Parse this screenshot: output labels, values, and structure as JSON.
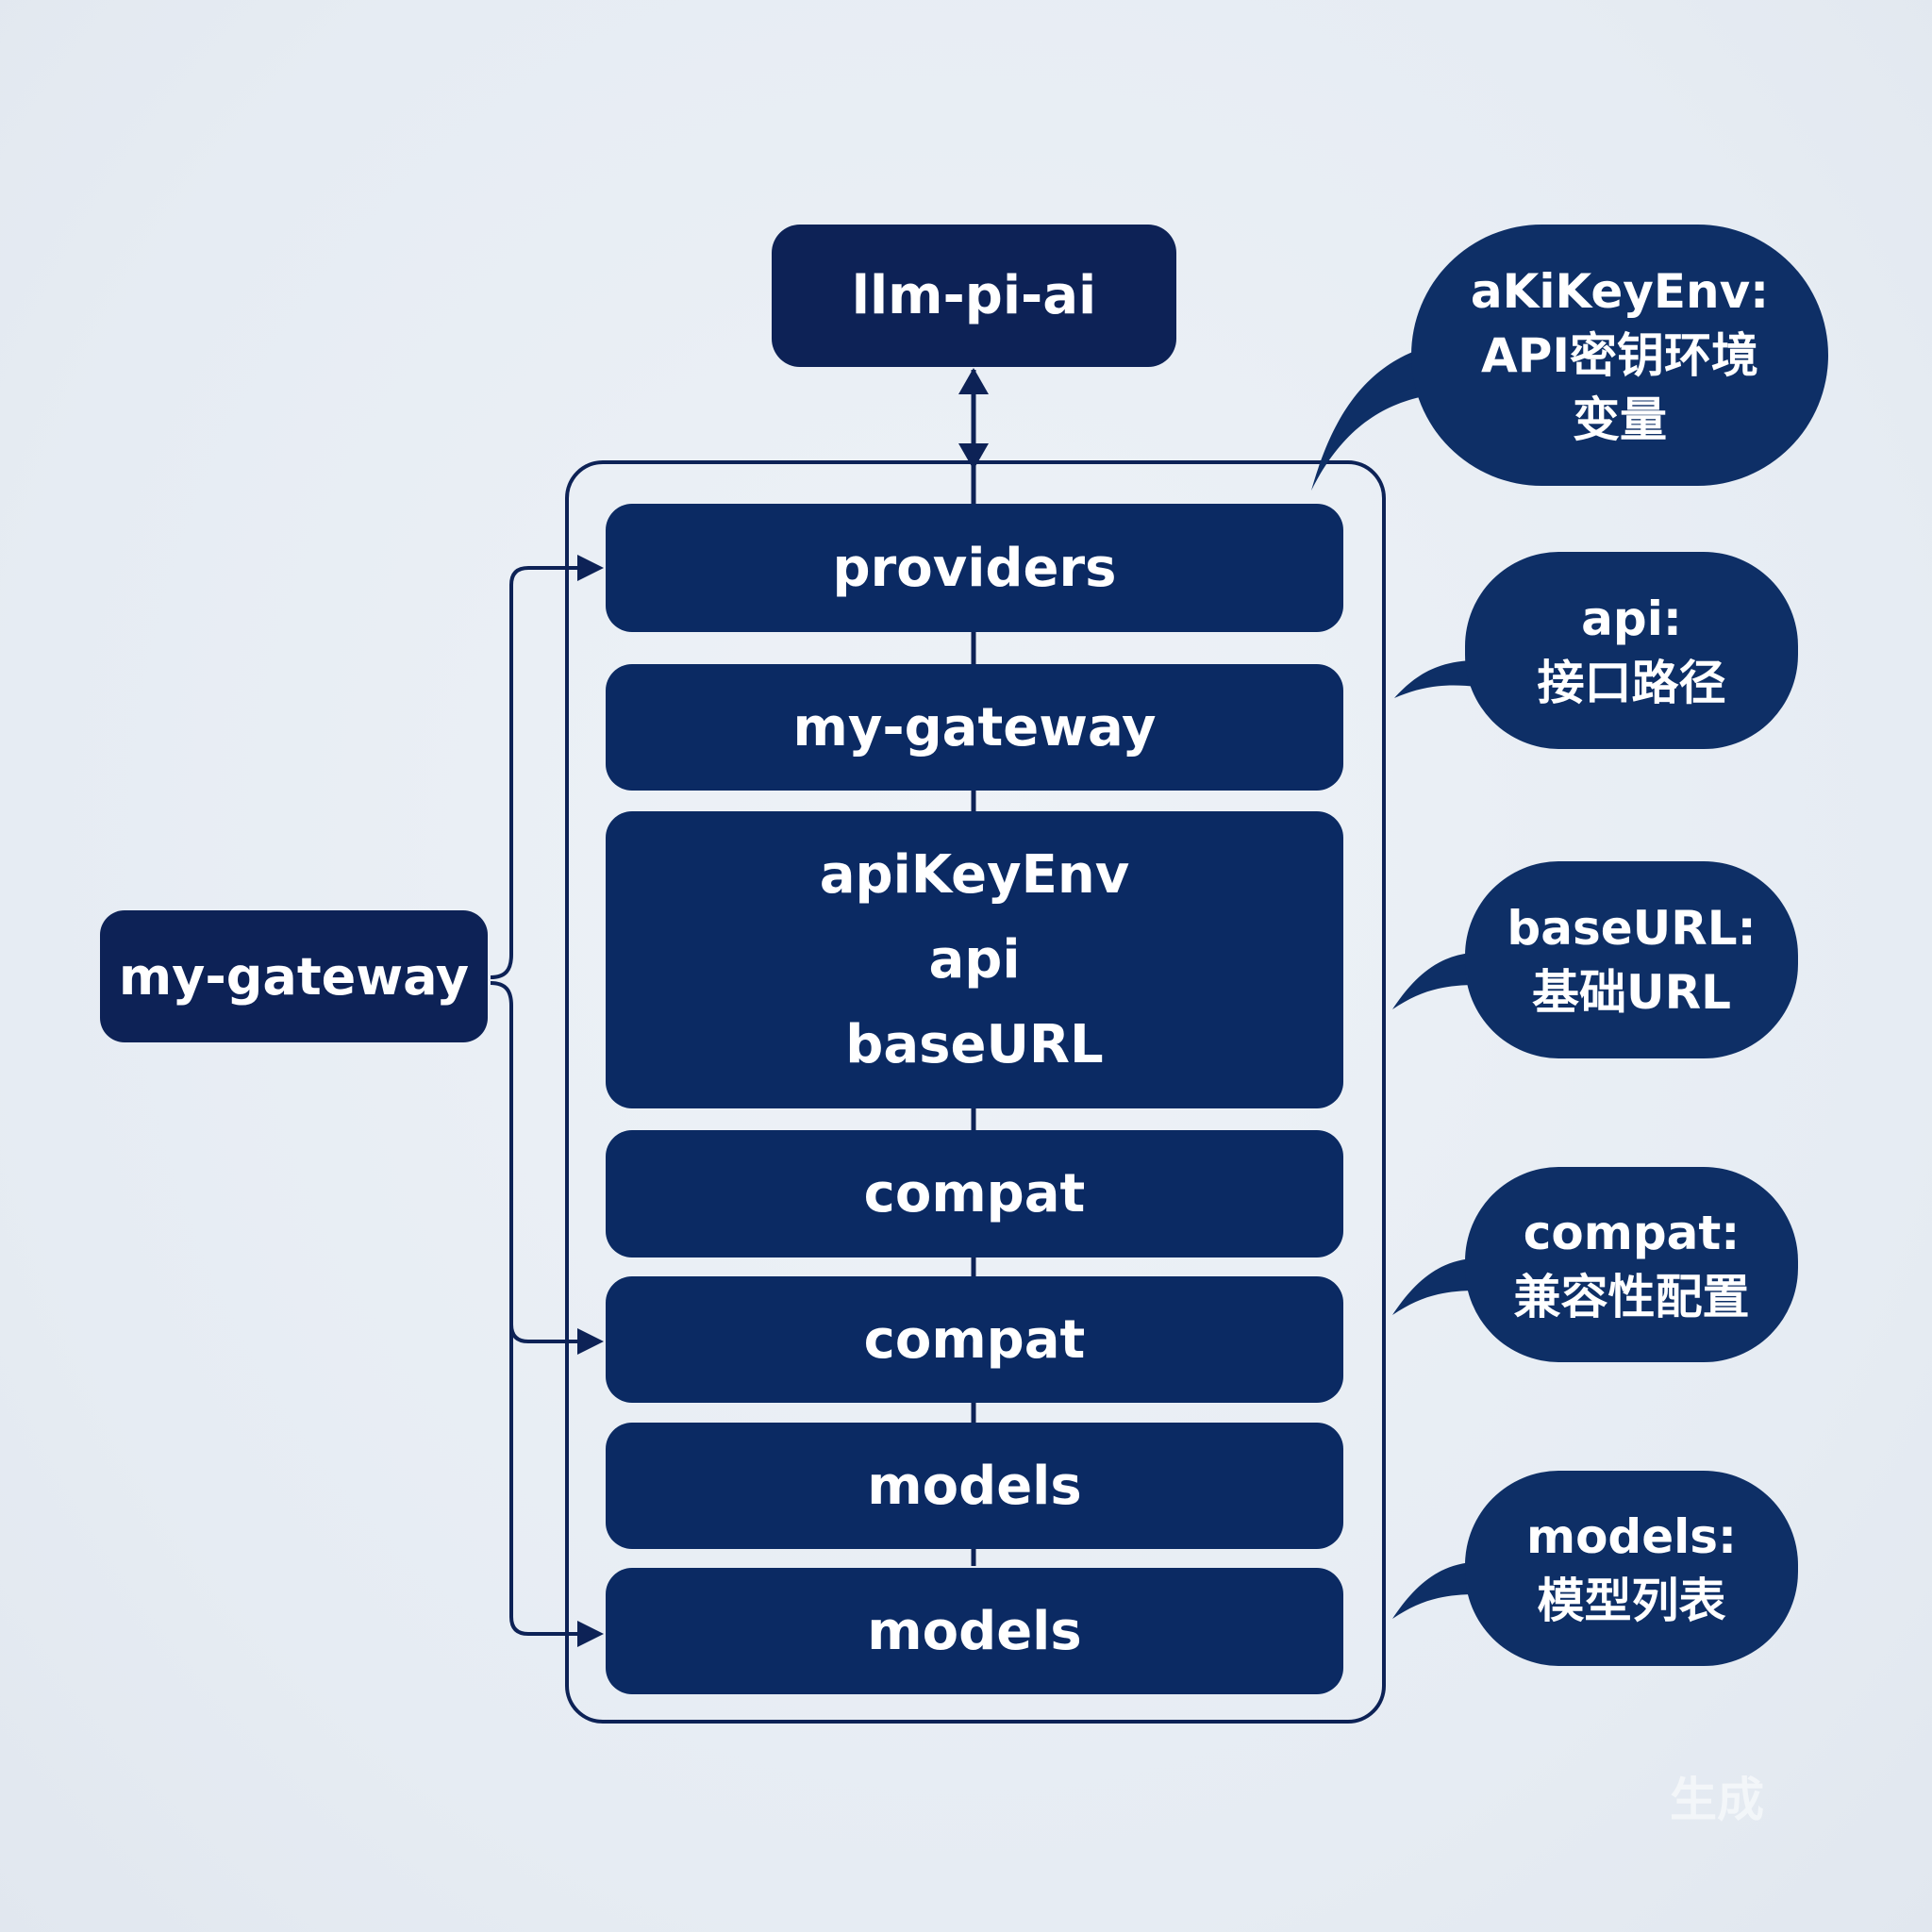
{
  "top_node": {
    "label": "llm-pi-ai"
  },
  "left_node": {
    "label": "my-gateway"
  },
  "stack": {
    "providers": "providers",
    "gateway": "my-gateway",
    "multi": [
      "apiKeyEnv",
      "api",
      "baseURL"
    ],
    "compat_1": "compat",
    "compat_2": "compat",
    "models_1": "models",
    "models_2": "models"
  },
  "annotations": [
    {
      "lines": [
        "aKiKeyEnv:",
        "API密钥环境",
        "变量"
      ]
    },
    {
      "lines": [
        "api:",
        "接口路径"
      ]
    },
    {
      "lines": [
        "baseURL:",
        "基础URL"
      ]
    },
    {
      "lines": [
        "compat:",
        "兼容性配置"
      ]
    },
    {
      "lines": [
        "models:",
        "模型列表"
      ]
    }
  ],
  "watermark": "生成",
  "colors": {
    "background": "#e9eef4",
    "node_dark": "#0d2256",
    "node_mid": "#0b2a63",
    "bubble": "#0e2f66",
    "line": "#0d2256"
  }
}
